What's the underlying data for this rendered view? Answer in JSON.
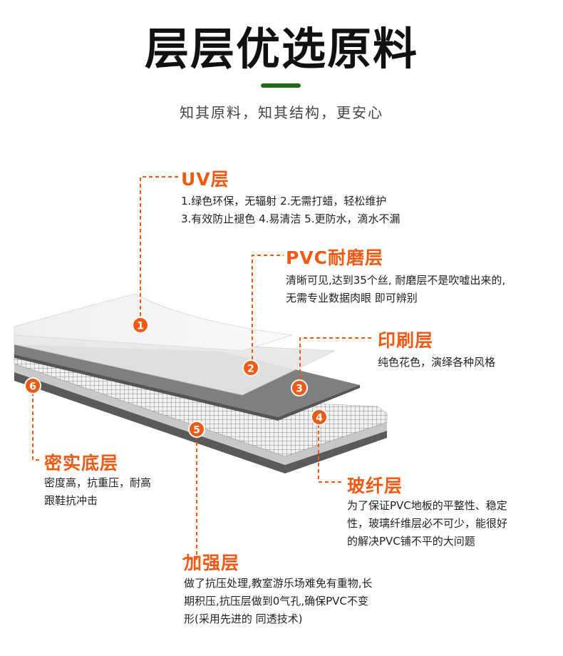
{
  "header": {
    "title": "层层优选原料",
    "subtitle": "知其原料，知其结构，更安心"
  },
  "colors": {
    "accent": "#f05a14",
    "title_bar": "#1f6a1a"
  },
  "layers": [
    {
      "num": "1",
      "title": "UV层",
      "desc": [
        "1.绿色环保，无辐射 2.无需打蜡，轻松维护",
        "3.有效防止褪色 4.易清洁 5.更防水，滴水不漏"
      ]
    },
    {
      "num": "2",
      "title": "PVC耐磨层",
      "desc": [
        "清晰可见,达到35个丝, 耐磨层不是吹嘘出来的,",
        "无需专业数据肉眼 即可辨别"
      ]
    },
    {
      "num": "3",
      "title": "印刷层",
      "desc": [
        "纯色花色，演绎各种风格"
      ]
    },
    {
      "num": "4",
      "title": "玻纤层",
      "desc": [
        "为了保证PVC地板的平整性、稳定",
        "性，玻璃纤维层必不可少，能很好",
        "的解决PVC铺不平的大问题"
      ]
    },
    {
      "num": "5",
      "title": "加强层",
      "desc": [
        "做了抗压处理,教室游乐场难免有重物,长",
        "期积压,抗压层做到0气孔,确保PVC不变",
        "形(采用先进的 同透技术)"
      ]
    },
    {
      "num": "6",
      "title": "密实底层",
      "desc": [
        "密度高，抗重压，耐高",
        "跟鞋抗冲击"
      ]
    }
  ]
}
